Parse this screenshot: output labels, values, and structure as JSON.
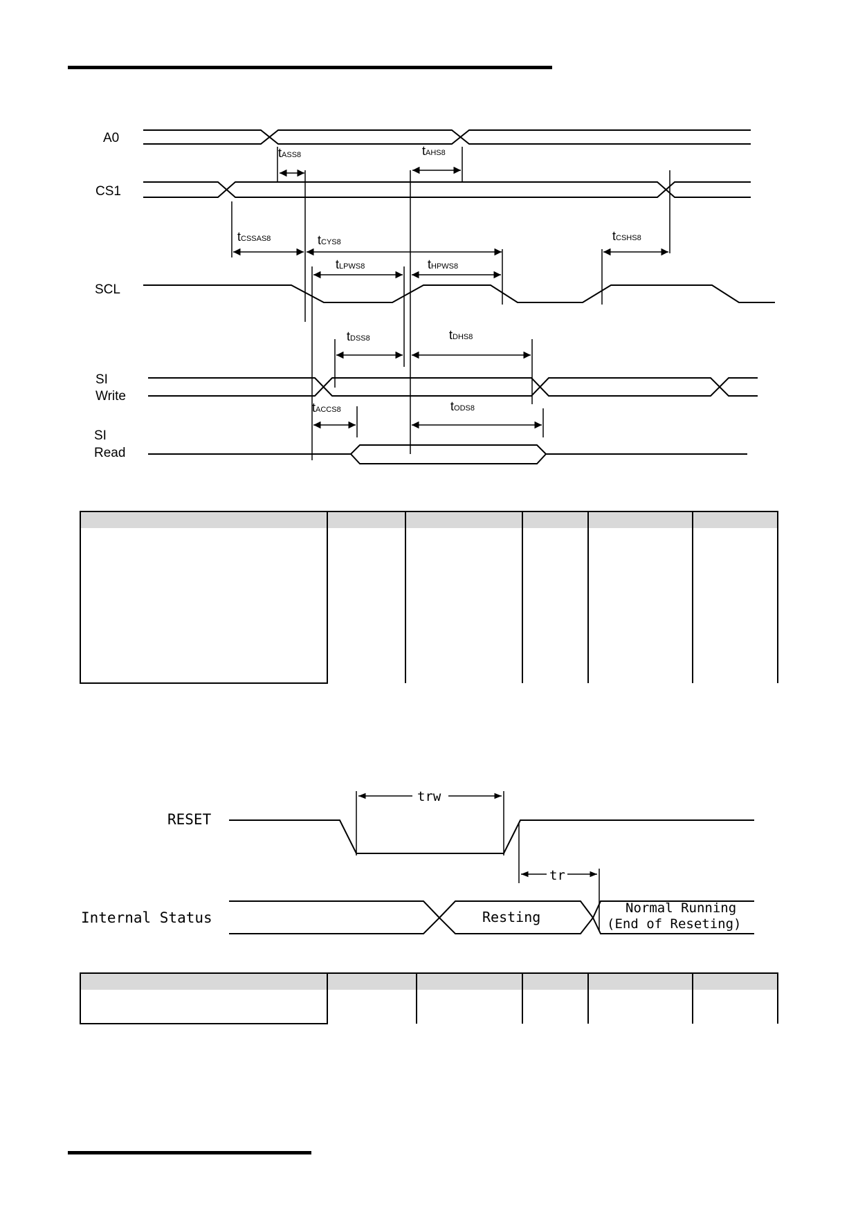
{
  "serial_diagram": {
    "signals": {
      "a0": "A0",
      "cs1": "CS1",
      "scl": "SCL",
      "si_write_1": "SI",
      "si_write_2": "Write",
      "si_read_1": "SI",
      "si_read_2": "Read"
    },
    "timings": {
      "tass": {
        "main": "t",
        "sub": "ASS8"
      },
      "tahs": {
        "main": "t",
        "sub": "AHS8"
      },
      "tcssas": {
        "main": "t",
        "sub": "CSSAS8"
      },
      "tcys": {
        "main": "t",
        "sub": "CYS8"
      },
      "tcshs": {
        "main": "t",
        "sub": "CSHS8"
      },
      "tlpws": {
        "main": "t",
        "sub": "LPWS8"
      },
      "thpws": {
        "main": "t",
        "sub": "HPWS8"
      },
      "tdss": {
        "main": "t",
        "sub": "DSS8"
      },
      "tdhs": {
        "main": "t",
        "sub": "DHS8"
      },
      "taccs": {
        "main": "t",
        "sub": "ACCS8"
      },
      "tods": {
        "main": "t",
        "sub": "ODS8"
      }
    }
  },
  "reset_diagram": {
    "signals": {
      "reset": "RESET",
      "internal_status": "Internal Status"
    },
    "labels": {
      "trw": "trw",
      "tr": "tr",
      "resting": "Resting",
      "normal_running": "Normal Running",
      "end_of_reseting": "(End of Reseting)"
    }
  }
}
